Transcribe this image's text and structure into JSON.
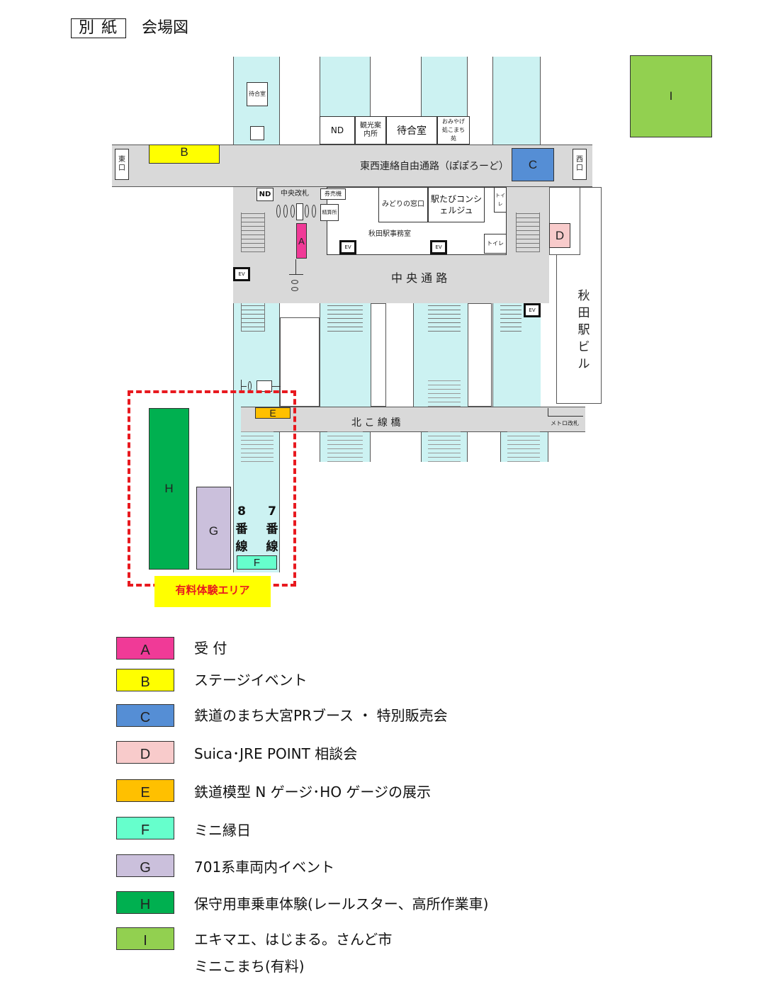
{
  "header": {
    "box_label": "別紙",
    "title": "会場図"
  },
  "colors": {
    "A": "#f03a97",
    "B": "#ffff00",
    "C": "#558ed5",
    "D": "#f8cbcb",
    "E": "#ffc000",
    "F": "#66ffcc",
    "G": "#cbc0dc",
    "H": "#00b050",
    "I": "#92d050",
    "platform": "#ccf2f2",
    "corridor": "#d9d9d9",
    "paid_area_border": "#e8191f",
    "paid_area_label_bg": "#ffff00"
  },
  "map": {
    "zones": {
      "A": "A",
      "B": "B",
      "C": "C",
      "D": "D",
      "E": "E",
      "F": "F",
      "G": "G",
      "H": "H",
      "I": "I"
    },
    "labels": {
      "waiting_room_small": "待合室",
      "east_exit": "東口",
      "west_exit": "西口",
      "nd_top": "ND",
      "tourist_info": "観光案内所",
      "waiting_room": "待合室",
      "souvenir": "おみやげ処こまち苑",
      "free_passage": "東西連絡自由通路（ぽぽろーど）",
      "nd_gate": "ND",
      "central_gate": "中央改札",
      "ticket_machine": "券売機",
      "fare_adjust": "精算所",
      "midori_window": "みどりの窓口",
      "ekitabi": "駅たびコンシェルジュ",
      "toilet_v": "トイレ",
      "station_office": "秋田駅事務室",
      "toilet": "トイレ",
      "central_passage": "中 央 通 路",
      "station_building": "秋田駅ビル",
      "north_bridge": "北 こ 線 橋",
      "metro_gate": "メトロ改札",
      "track8": "8番線",
      "track7": "7番線",
      "paid_area": "有料体験エリア",
      "ev": "EV"
    }
  },
  "legend": [
    {
      "key": "A",
      "text": "受 付"
    },
    {
      "key": "B",
      "text": "ステージイベント"
    },
    {
      "key": "C",
      "text": "鉄道のまち大宮PRブース ・ 特別販売会"
    },
    {
      "key": "D",
      "text": "Suica･JRE POINT 相談会"
    },
    {
      "key": "E",
      "text": "鉄道模型 N ゲージ･HO ゲージの展示"
    },
    {
      "key": "F",
      "text": "ミニ縁日"
    },
    {
      "key": "G",
      "text": "701系車両内イベント"
    },
    {
      "key": "H",
      "text": "保守用車乗車体験(レールスター、高所作業車)"
    },
    {
      "key": "I",
      "text": "エキマエ、はじまる。さんど市"
    }
  ],
  "legend_extra": "ミニこまち(有料)"
}
